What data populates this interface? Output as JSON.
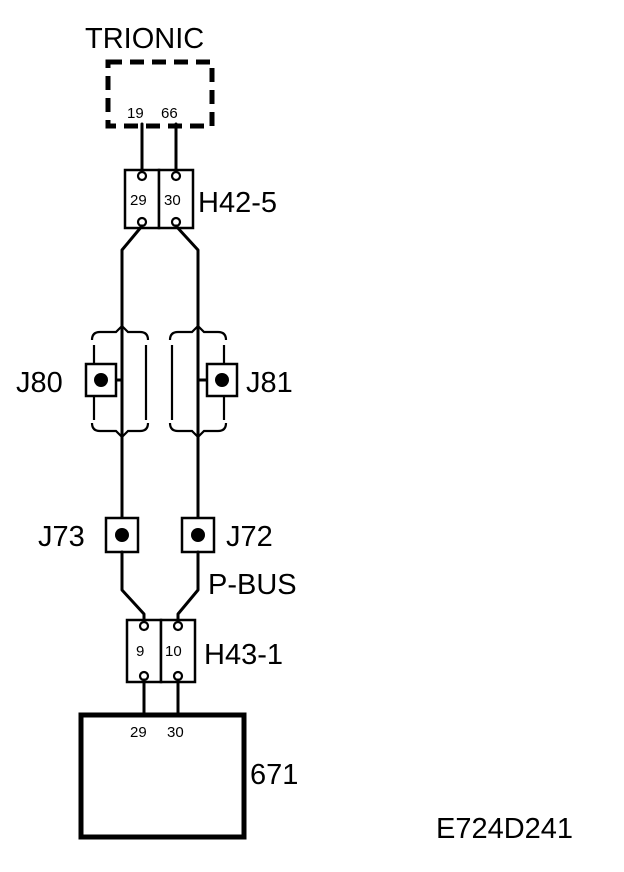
{
  "ecu": {
    "label": "TRIONIC",
    "pin_left": "19",
    "pin_right": "66"
  },
  "connectors": {
    "h42": {
      "label": "H42-5",
      "pin_left": "29",
      "pin_right": "30"
    },
    "h43": {
      "label": "H43-1",
      "pin_left": "9",
      "pin_right": "10"
    }
  },
  "junctions": {
    "j80": "J80",
    "j81": "J81",
    "j73": "J73",
    "j72": "J72"
  },
  "bus": {
    "label": "P-BUS"
  },
  "module": {
    "label": "671",
    "pin_left": "29",
    "pin_right": "30"
  },
  "figure": {
    "code": "E724D241"
  }
}
